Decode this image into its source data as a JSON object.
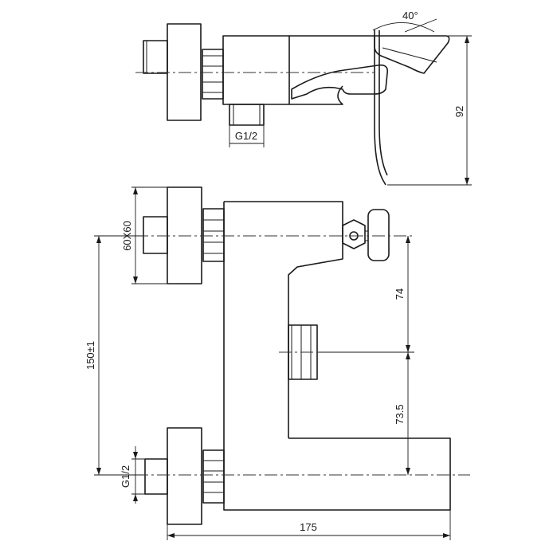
{
  "dimensions": {
    "angle": "40°",
    "spout_height": "92",
    "inlet_thread_top": "G1/2",
    "flange_size": "60X60",
    "inlet_spacing": "150±1",
    "upper_offset": "74",
    "lower_offset": "73.5",
    "inlet_thread_bottom": "G1/2",
    "overall_width": "175"
  }
}
